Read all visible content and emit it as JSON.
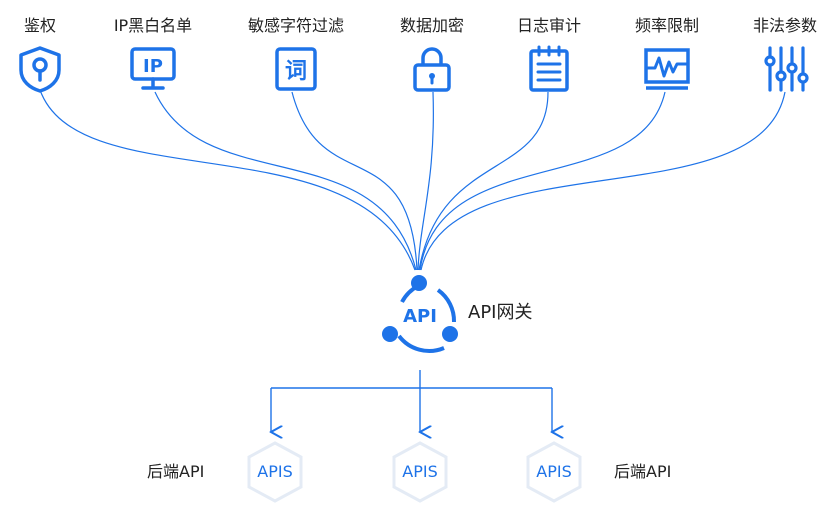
{
  "features": [
    {
      "label": "鉴权",
      "icon": "shield-key-icon"
    },
    {
      "label": "IP黑白名单",
      "icon": "ip-monitor-icon"
    },
    {
      "label": "敏感字符过滤",
      "icon": "word-filter-icon"
    },
    {
      "label": "数据加密",
      "icon": "lock-icon"
    },
    {
      "label": "日志审计",
      "icon": "notepad-icon"
    },
    {
      "label": "频率限制",
      "icon": "waveform-icon"
    },
    {
      "label": "非法参数",
      "icon": "sliders-icon"
    }
  ],
  "gateway": {
    "badge": "API",
    "label": "API网关"
  },
  "backends": {
    "left_label": "后端API",
    "right_label": "后端API",
    "nodes": [
      "APIS",
      "APIS",
      "APIS"
    ]
  },
  "colors": {
    "accent": "#1e73e8",
    "hex_shadow": "#e8eef7",
    "text": "#222222"
  }
}
